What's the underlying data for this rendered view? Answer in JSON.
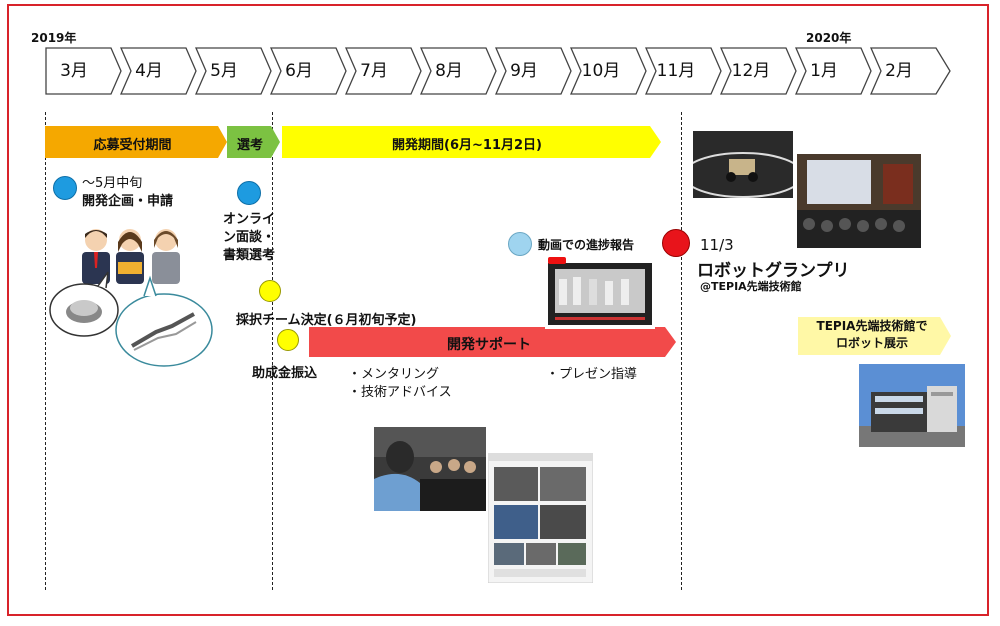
{
  "timeline": {
    "year_start": "2019年",
    "year_end": "2020年",
    "months": [
      "3月",
      "4月",
      "5月",
      "6月",
      "7月",
      "8月",
      "9月",
      "10月",
      "11月",
      "12月",
      "1月",
      "2月"
    ]
  },
  "phases": {
    "application": "応募受付期間",
    "selection": "選考",
    "development": "開発期間(6月~11月2日)",
    "support": "開発サポート"
  },
  "events": {
    "application_deadline": "～5月中旬",
    "application_label": "開発企画・申請",
    "online_interview_1": "オンライ",
    "online_interview_2": "ン面談・",
    "online_interview_3": "書類選考",
    "team_decision": "採択チーム決定(６月初旬予定)",
    "grant_transfer": "助成金振込",
    "video_report": "動画での進捗報告",
    "grandprix_date": "11/3",
    "grandprix_title": "ロボットグランプリ",
    "grandprix_venue": "@TEPIA先端技術館",
    "exhibit_1": "TEPIA先端技術館で",
    "exhibit_2": "ロボット展示"
  },
  "support_items": {
    "mentoring": "・メンタリング",
    "advice": "・技術アドバイス",
    "presentation": "・プレゼン指導"
  },
  "colors": {
    "border": "#d8232a",
    "application_bar": "#f5a800",
    "selection_bar": "#7cc242",
    "development_bar": "#ffff00",
    "support_bar": "#f24a4a",
    "blue_dot": "#1e9be0",
    "light_blue_dot": "#9fd4ef",
    "yellow_dot": "#ffff00",
    "red_dot": "#e8141b",
    "exhibit_box": "#fff8a6"
  },
  "icons": [
    "robot-bubble-icon",
    "robot-arm-bubble-icon",
    "students-icon",
    "youtube-icon"
  ]
}
